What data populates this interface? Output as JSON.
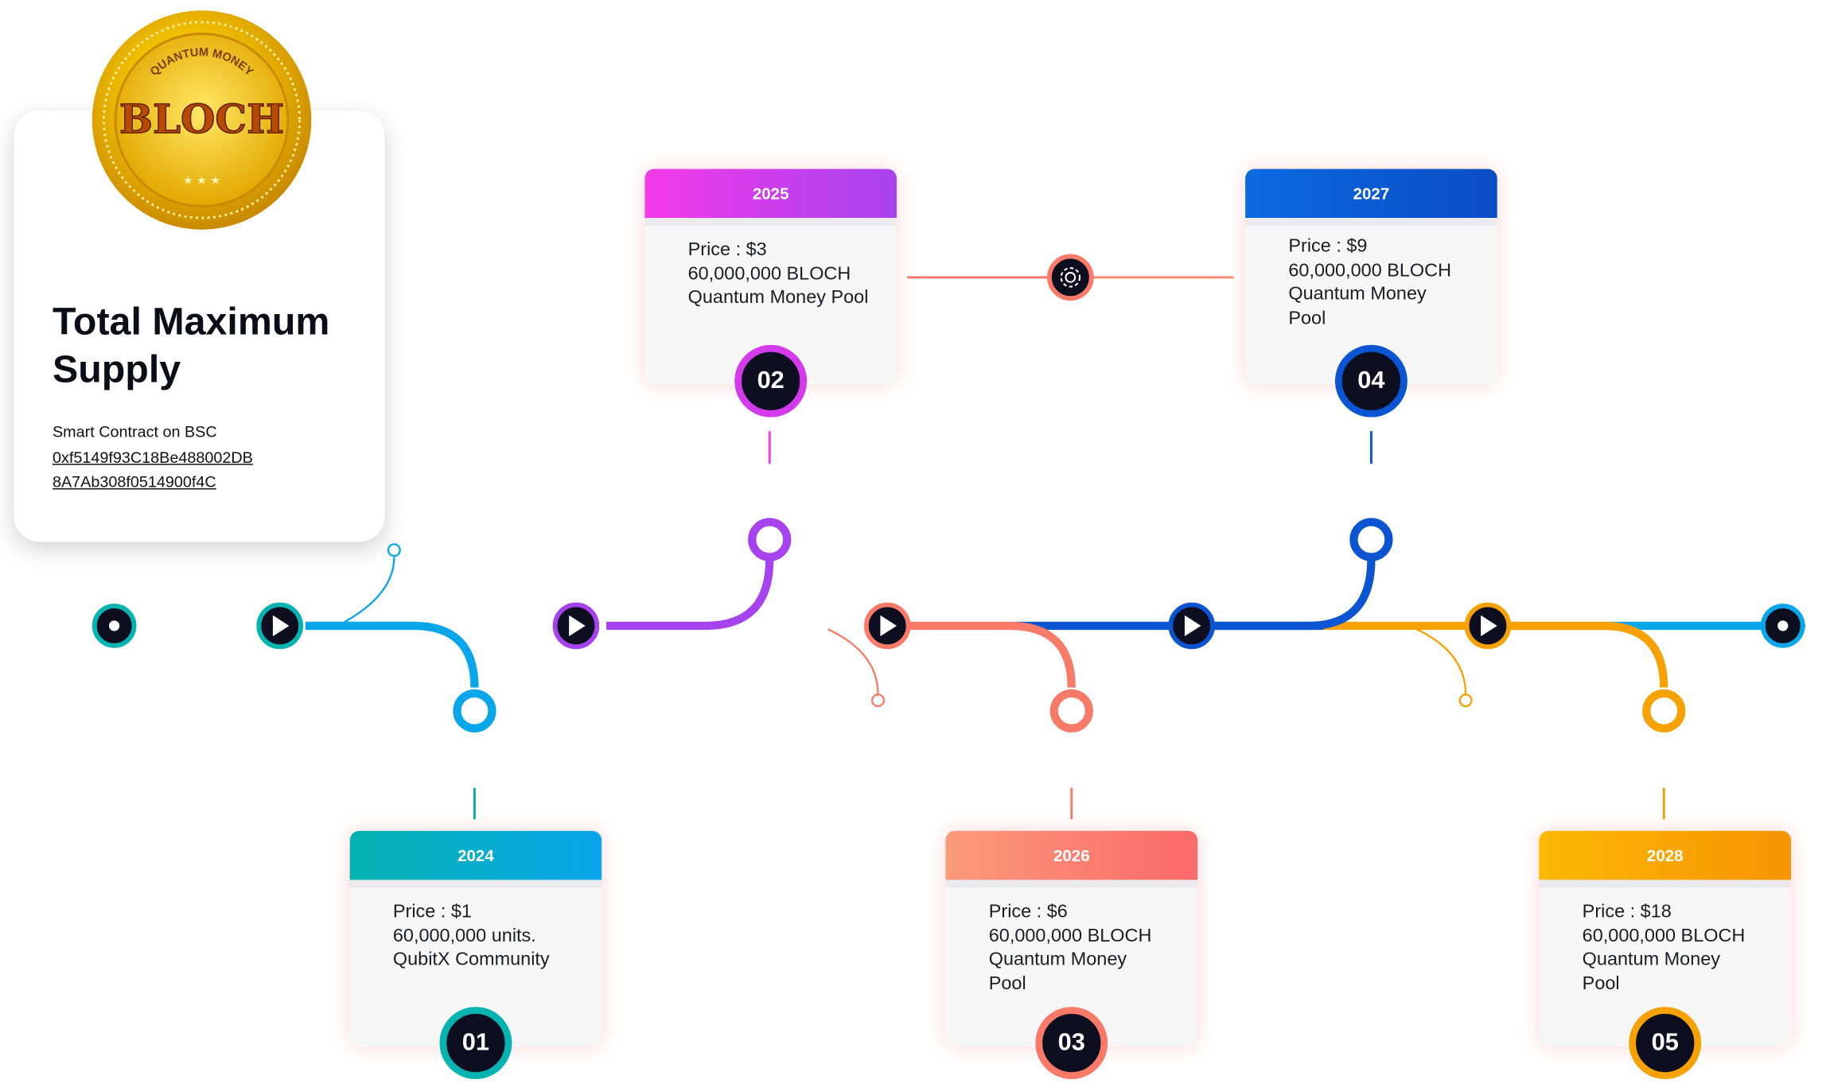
{
  "supply_card": {
    "title": "Total Maximum Supply",
    "contract_label": "Smart Contract on BSC",
    "contract_address_line1": "0xf5149f93C18Be488002DB",
    "contract_address_line2": "8A7Ab308f0514900f4C"
  },
  "coin": {
    "ring_text": "QUANTUM MONEY",
    "name": "BLOCH"
  },
  "colors": {
    "teal": "#05b3b0",
    "sky": "#0aa6ea",
    "purple": "#a743ee",
    "magenta": "#f23ae8",
    "salmon": "#fa7a6a",
    "blue": "#0b55d2",
    "orange": "#f7a204",
    "navy": "#0d0f20"
  },
  "milestones": [
    {
      "number": "01",
      "year": "2024",
      "line1": "Price : $1",
      "line2": "60,000,000 units.",
      "line3": "QubitX Community",
      "line4": ""
    },
    {
      "number": "02",
      "year": "2025",
      "line1": "Price : $3",
      "line2": "60,000,000 BLOCH",
      "line3": "Quantum Money Pool",
      "line4": ""
    },
    {
      "number": "03",
      "year": "2026",
      "line1": "Price : $6",
      "line2": "60,000,000 BLOCH",
      "line3": "Quantum Money",
      "line4": "Pool"
    },
    {
      "number": "04",
      "year": "2027",
      "line1": "Price : $9",
      "line2": "60,000,000 BLOCH",
      "line3": "Quantum Money",
      "line4": "Pool"
    },
    {
      "number": "05",
      "year": "2028",
      "line1": "Price : $18",
      "line2": "60,000,000 BLOCH",
      "line3": "Quantum Money",
      "line4": "Pool"
    }
  ],
  "icons": {
    "connector": "gear-icon",
    "timeline_nodes": "play-icon",
    "endpoints": "dot-icon"
  }
}
